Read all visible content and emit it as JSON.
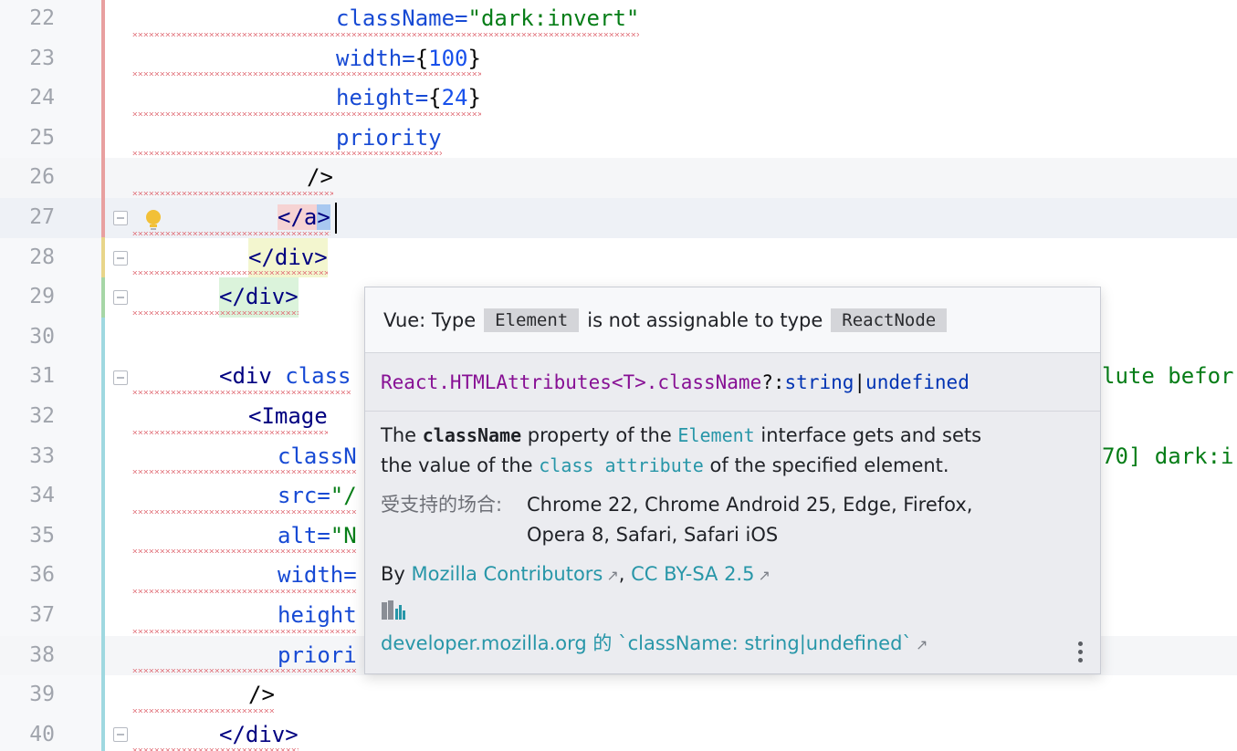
{
  "editor": {
    "lines": [
      {
        "num": "22",
        "indent": 368,
        "tokens": [
          {
            "t": "className=",
            "c": "c-attr"
          },
          {
            "t": "\"dark:invert\"",
            "c": "c-str"
          }
        ]
      },
      {
        "num": "23",
        "indent": 368,
        "tokens": [
          {
            "t": "width=",
            "c": "c-attr"
          },
          {
            "t": "{",
            "c": "c-plain"
          },
          {
            "t": "100",
            "c": "c-num"
          },
          {
            "t": "}",
            "c": "c-plain"
          }
        ]
      },
      {
        "num": "24",
        "indent": 368,
        "tokens": [
          {
            "t": "height=",
            "c": "c-attr"
          },
          {
            "t": "{",
            "c": "c-plain"
          },
          {
            "t": "24",
            "c": "c-num"
          },
          {
            "t": "}",
            "c": "c-plain"
          }
        ]
      },
      {
        "num": "25",
        "indent": 368,
        "tokens": [
          {
            "t": "priority",
            "c": "c-attr"
          }
        ]
      },
      {
        "num": "26",
        "indent": 336,
        "tokens": [
          {
            "t": "/>",
            "c": "c-plain"
          }
        ]
      },
      {
        "num": "27",
        "indent": 304,
        "tokens": [
          {
            "t": "</a",
            "c": "c-tag"
          },
          {
            "t": ">",
            "c": "c-tag"
          }
        ]
      },
      {
        "num": "28",
        "indent": 272,
        "tokens": [
          {
            "t": "</div>",
            "c": "c-tag"
          }
        ]
      },
      {
        "num": "29",
        "indent": 240,
        "tokens": [
          {
            "t": "</div>",
            "c": "c-tag"
          }
        ]
      },
      {
        "num": "30",
        "indent": 240,
        "tokens": []
      },
      {
        "num": "31",
        "indent": 240,
        "tokens": [
          {
            "t": "<div ",
            "c": "c-tag"
          },
          {
            "t": "class",
            "c": "c-attr"
          }
        ]
      },
      {
        "num": "32",
        "indent": 272,
        "tokens": [
          {
            "t": "<Image",
            "c": "c-tag"
          }
        ]
      },
      {
        "num": "33",
        "indent": 304,
        "tokens": [
          {
            "t": "classN",
            "c": "c-attr"
          }
        ]
      },
      {
        "num": "34",
        "indent": 304,
        "tokens": [
          {
            "t": "src=",
            "c": "c-attr"
          },
          {
            "t": "\"/",
            "c": "c-str"
          }
        ]
      },
      {
        "num": "35",
        "indent": 304,
        "tokens": [
          {
            "t": "alt=",
            "c": "c-attr"
          },
          {
            "t": "\"N",
            "c": "c-str"
          }
        ]
      },
      {
        "num": "36",
        "indent": 304,
        "tokens": [
          {
            "t": "width=",
            "c": "c-attr"
          }
        ]
      },
      {
        "num": "37",
        "indent": 304,
        "tokens": [
          {
            "t": "height",
            "c": "c-attr"
          }
        ]
      },
      {
        "num": "38",
        "indent": 304,
        "tokens": [
          {
            "t": "priori",
            "c": "c-attr"
          }
        ]
      },
      {
        "num": "39",
        "indent": 272,
        "tokens": [
          {
            "t": "/>",
            "c": "c-plain"
          }
        ]
      },
      {
        "num": "40",
        "indent": 240,
        "tokens": [
          {
            "t": "</div>",
            "c": "c-tag"
          }
        ]
      }
    ],
    "overflow_right": [
      {
        "row": 9,
        "text": "lute befor",
        "cls": "c-str"
      },
      {
        "row": 11,
        "text": "70] dark:i",
        "cls": "c-str"
      }
    ]
  },
  "popup": {
    "header_prefix": "Vue: Type",
    "header_type1": "Element",
    "header_middle": "is not assignable to type",
    "header_type2": "ReactNode",
    "sig_part1": "React.HTMLAttributes<T>.className",
    "sig_part2": "?: ",
    "sig_part3": "string",
    "sig_part4": " | ",
    "sig_part5": "undefined",
    "desc_the": "The ",
    "desc_classname": "className",
    "desc_mid1": " property of the ",
    "desc_element": "Element",
    "desc_mid2": " interface gets and sets",
    "desc_line2a": "the value of the ",
    "desc_class_attr": "class attribute",
    "desc_line2b": " of the specified element.",
    "supported_label": "受支持的场合:",
    "supported_line1": "Chrome 22, Chrome Android 25, Edge, Firefox,",
    "supported_line2": "Opera 8, Safari, Safari iOS",
    "by_prefix": "By ",
    "by_author": "Mozilla Contributors",
    "by_sep": ", ",
    "by_license": "CC BY-SA 2.5",
    "mdn_link": "developer.mozilla.org 的 `className: string|undefined`"
  }
}
